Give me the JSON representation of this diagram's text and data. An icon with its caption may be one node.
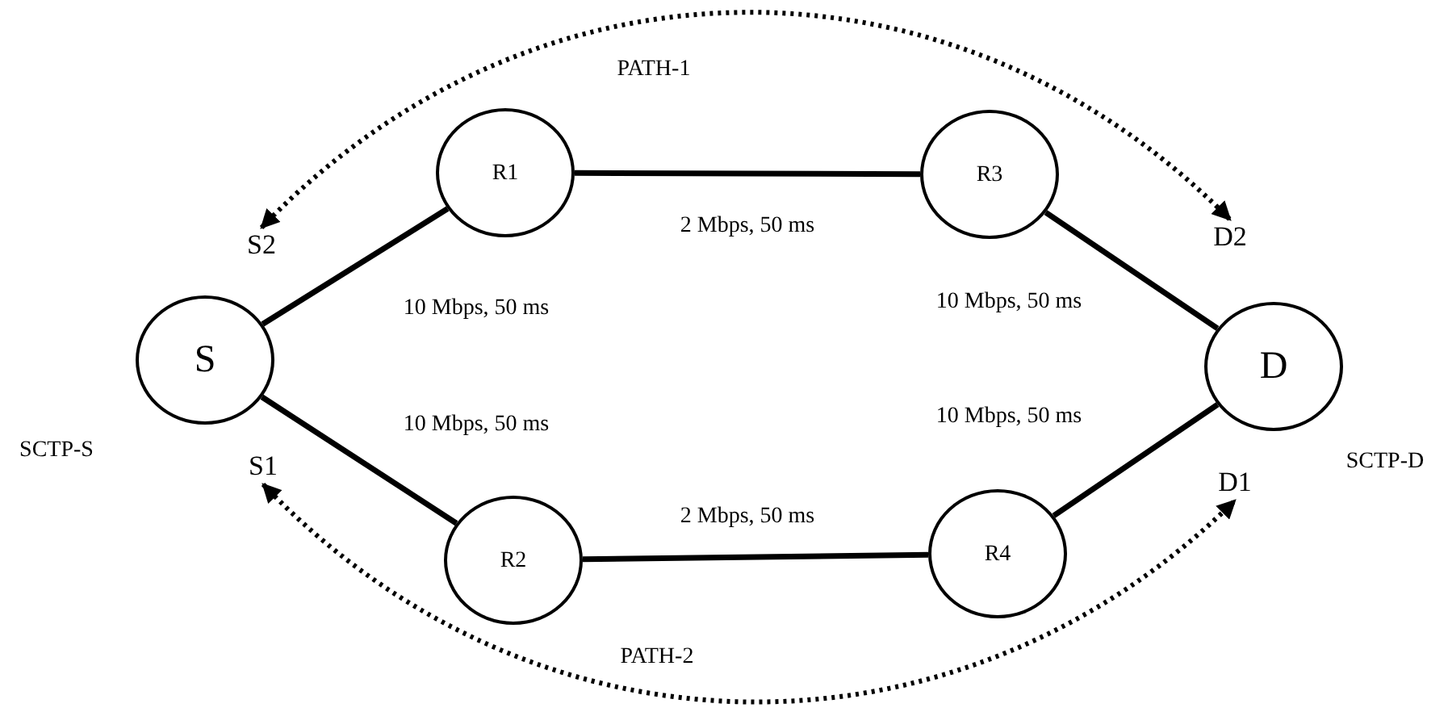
{
  "diagram": {
    "nodes": [
      {
        "text": [
          "S"
        ],
        "beside": [
          "SCTP-S"
        ]
      },
      {
        "text": [
          "R1"
        ]
      },
      {
        "text": [
          "R2"
        ]
      },
      {
        "text": [
          "R3"
        ]
      },
      {
        "text": [
          "R4"
        ]
      },
      {
        "text": [
          "D"
        ],
        "beside": [
          "SCTP-D"
        ]
      },
      {
        "text": [
          "S2"
        ]
      },
      {
        "text": [
          "S1"
        ]
      },
      {
        "text": [
          "D2"
        ]
      },
      {
        "text": [
          "D1"
        ]
      }
    ],
    "edges": [
      {
        "from": 0,
        "to": 1,
        "arrow": "none",
        "label": "10 Mbps, 50 ms"
      },
      {
        "from": 0,
        "to": 2,
        "arrow": "none",
        "label": "10 Mbps, 50 ms"
      },
      {
        "from": 1,
        "to": 3,
        "arrow": "none",
        "label": "2 Mbps, 50 ms"
      },
      {
        "from": 2,
        "to": 4,
        "arrow": "none",
        "label": "2 Mbps, 50 ms"
      },
      {
        "from": 3,
        "to": 5,
        "arrow": "none",
        "label": "10 Mbps, 50 ms"
      },
      {
        "from": 4,
        "to": 5,
        "arrow": "none",
        "label": "10 Mbps, 50 ms"
      },
      {
        "from": 6,
        "to": 8,
        "arrow": "both",
        "style": "dashed",
        "label": "PATH-1"
      },
      {
        "from": 7,
        "to": 9,
        "arrow": "both",
        "style": "dashed",
        "label": "PATH-2"
      }
    ]
  }
}
